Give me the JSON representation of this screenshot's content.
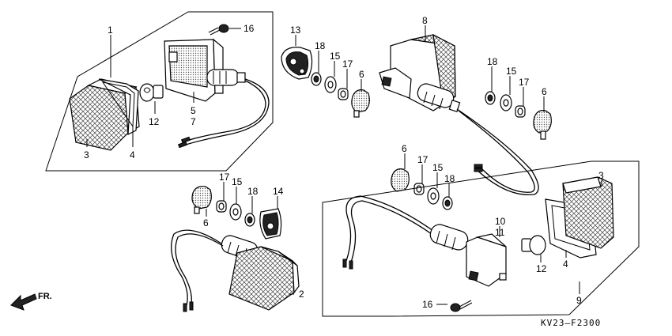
{
  "labels": {
    "p1": "1",
    "p2": "2",
    "p3a": "3",
    "p3b": "3",
    "p4a": "4",
    "p4b": "4",
    "p5": "5",
    "p6a": "6",
    "p6b": "6",
    "p6c": "6",
    "p6d": "6",
    "p7": "7",
    "p8": "8",
    "p9": "9",
    "p10": "10",
    "p11": "11",
    "p12a": "12",
    "p12b": "12",
    "p13": "13",
    "p14": "14",
    "p15a": "15",
    "p15b": "15",
    "p15c": "15",
    "p15d": "15",
    "p16a": "16",
    "p16b": "16",
    "p17a": "17",
    "p17b": "17",
    "p17c": "17",
    "p17d": "17",
    "p18a": "18",
    "p18b": "18",
    "p18c": "18",
    "p18d": "18"
  },
  "direction_label": "FR.",
  "diagram_code": "KV23–F2300"
}
